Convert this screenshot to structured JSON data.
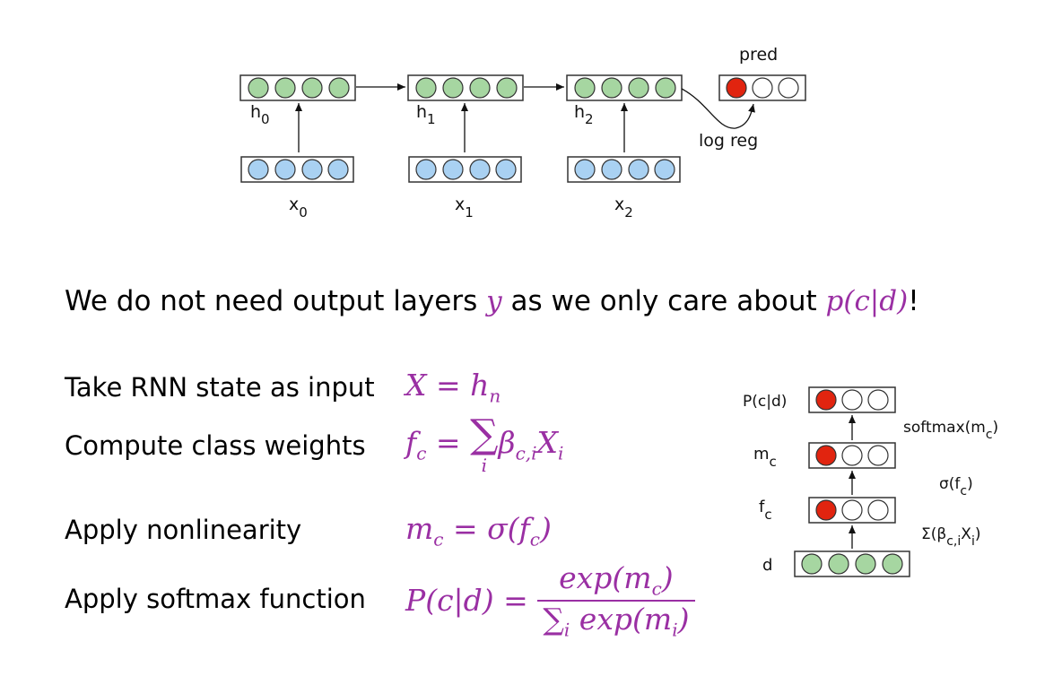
{
  "top_diagram": {
    "nodes": [
      {
        "hidden_label": "h",
        "hidden_sub": "0",
        "input_label": "x",
        "input_sub": "0"
      },
      {
        "hidden_label": "h",
        "hidden_sub": "1",
        "input_label": "x",
        "input_sub": "1"
      },
      {
        "hidden_label": "h",
        "hidden_sub": "2",
        "input_label": "x",
        "input_sub": "2"
      }
    ],
    "pred_label": "pred",
    "edge_label": "log reg"
  },
  "sentence": {
    "part1": "We do not need output layers ",
    "y": "y",
    "part2": " as we only care about ",
    "pcd": "p(c|d)",
    "end": "!"
  },
  "steps": [
    {
      "label": "Take RNN state as input"
    },
    {
      "label": "Compute class weights"
    },
    {
      "label": "Apply nonlinearity"
    },
    {
      "label": "Apply softmax function"
    }
  ],
  "equations": {
    "eq1_lhs": "X",
    "eq1_rhs": "h",
    "eq1_sub": "n",
    "eq2_lhs": "f",
    "eq2_lhs_sub": "c",
    "eq2_sigma": "∑",
    "eq2_sigma_sub": "i",
    "eq2_beta": "β",
    "eq2_beta_sub": "c,i",
    "eq2_x": "X",
    "eq2_x_sub": "i",
    "eq3_lhs": "m",
    "eq3_lhs_sub": "c",
    "eq3_rhs": "σ(f",
    "eq3_rhs_sub": "c",
    "eq3_close": ")",
    "eq4_lhs": "P(c|d) =",
    "eq4_num": "exp(m",
    "eq4_num_sub": "c",
    "eq4_num_close": ")",
    "eq4_den_sigma": "∑",
    "eq4_den_sub": "i",
    "eq4_den": " exp(m",
    "eq4_den_sub2": "i",
    "eq4_den_close": ")"
  },
  "side_diagram": {
    "layers": [
      {
        "label": "P(c|d)"
      },
      {
        "label": "m",
        "sub": "c"
      },
      {
        "label": "f",
        "sub": "c"
      },
      {
        "label": "d"
      }
    ],
    "edges": [
      {
        "text": "softmax(m",
        "sub": "c",
        "close": ")"
      },
      {
        "text": "σ(f",
        "sub": "c",
        "close": ")"
      },
      {
        "text": "Σ(β",
        "sub": "c,i",
        "mid": "X",
        "sub2": "i",
        "close": ")"
      }
    ]
  },
  "colors": {
    "green": "#a6d6a1",
    "blue": "#a9d1f2",
    "red": "#e1240f",
    "purple": "#9a2fa3"
  }
}
